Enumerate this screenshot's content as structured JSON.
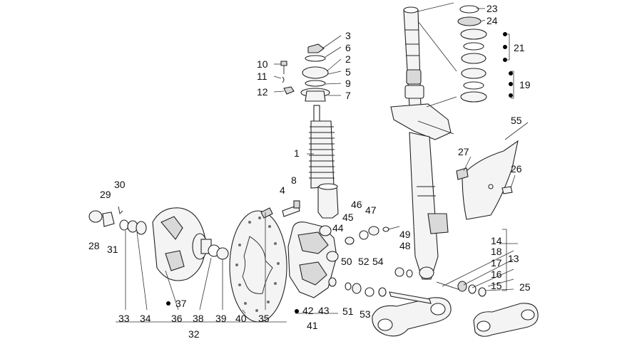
{
  "diagram": {
    "labels": {
      "p1": "1",
      "p2": "2",
      "p3": "3",
      "p4": "4",
      "p5": "5",
      "p6": "6",
      "p7": "7",
      "p8": "8",
      "p9": "9",
      "p10": "10",
      "p11": "11",
      "p12": "12",
      "p13": "13",
      "p14": "14",
      "p15": "15",
      "p16": "16",
      "p17": "17",
      "p18": "18",
      "p19": "19",
      "p21": "21",
      "p23": "23",
      "p24": "24",
      "p25": "25",
      "p26": "26",
      "p27": "27",
      "p28": "28",
      "p29": "29",
      "p30": "30",
      "p31": "31",
      "p32": "32",
      "p33": "33",
      "p34": "34",
      "p35": "35",
      "p36": "36",
      "p37": "37",
      "p38": "38",
      "p39": "39",
      "p40": "40",
      "p41": "41",
      "p42": "42",
      "p43": "43",
      "p44": "44",
      "p45": "45",
      "p46": "46",
      "p47": "47",
      "p48": "48",
      "p49": "49",
      "p50": "50",
      "p51": "51",
      "p52": "52",
      "p53": "53",
      "p54": "54",
      "p55": "55"
    }
  }
}
